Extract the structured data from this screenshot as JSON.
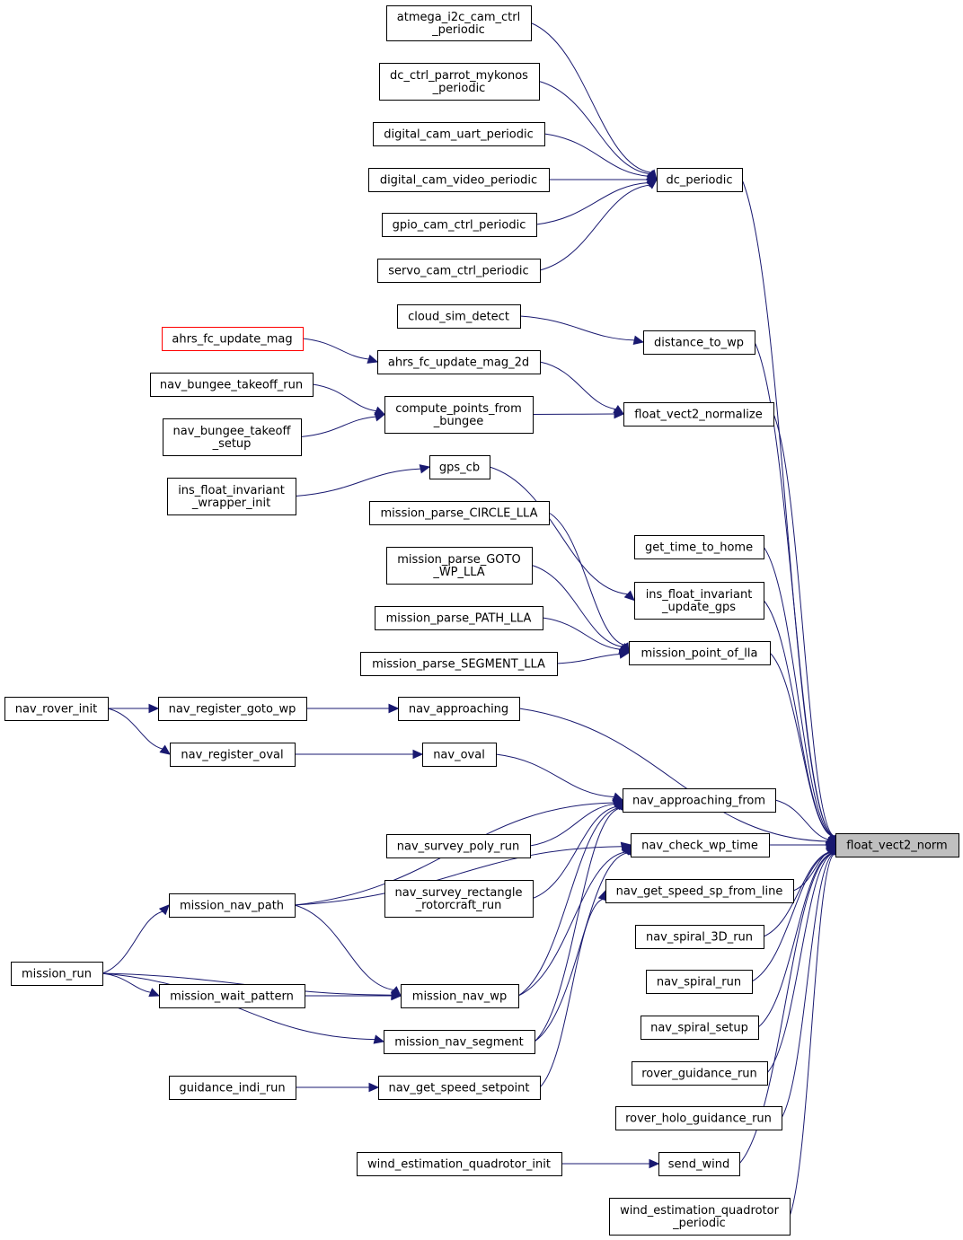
{
  "diagram": {
    "type": "call-graph",
    "colors": {
      "edge": "#191970",
      "target_fill": "#bfbfbf",
      "node_border": "#000000",
      "highlight_border": "#ff0000"
    },
    "nodes": {
      "atmega": {
        "lines": [
          "atmega_i2c_cam_ctrl",
          "_periodic"
        ]
      },
      "dc_ctrl": {
        "lines": [
          "dc_ctrl_parrot_mykonos",
          "_periodic"
        ]
      },
      "digital_uart": {
        "lines": [
          "digital_cam_uart_periodic"
        ]
      },
      "digital_video": {
        "lines": [
          "digital_cam_video_periodic"
        ]
      },
      "gpio_cam": {
        "lines": [
          "gpio_cam_ctrl_periodic"
        ]
      },
      "servo_cam": {
        "lines": [
          "servo_cam_ctrl_periodic"
        ]
      },
      "dc_periodic": {
        "lines": [
          "dc_periodic"
        ]
      },
      "cloud_sim": {
        "lines": [
          "cloud_sim_detect"
        ]
      },
      "distance_to_wp": {
        "lines": [
          "distance_to_wp"
        ]
      },
      "ahrs_fc_update_mag": {
        "lines": [
          "ahrs_fc_update_mag"
        ],
        "highlight": true
      },
      "ahrs_fc_update_mag_2d": {
        "lines": [
          "ahrs_fc_update_mag_2d"
        ]
      },
      "nav_bungee_run": {
        "lines": [
          "nav_bungee_takeoff_run"
        ]
      },
      "nav_bungee_setup": {
        "lines": [
          "nav_bungee_takeoff",
          "_setup"
        ]
      },
      "compute_points": {
        "lines": [
          "compute_points_from",
          "_bungee"
        ]
      },
      "float_vect2_normalize": {
        "lines": [
          "float_vect2_normalize"
        ]
      },
      "gps_cb": {
        "lines": [
          "gps_cb"
        ]
      },
      "ins_wrapper": {
        "lines": [
          "ins_float_invariant",
          "_wrapper_init"
        ]
      },
      "mp_circle": {
        "lines": [
          "mission_parse_CIRCLE_LLA"
        ]
      },
      "get_time_to_home": {
        "lines": [
          "get_time_to_home"
        ]
      },
      "mp_goto": {
        "lines": [
          "mission_parse_GOTO",
          "_WP_LLA"
        ]
      },
      "ins_update_gps": {
        "lines": [
          "ins_float_invariant",
          "_update_gps"
        ]
      },
      "mp_path": {
        "lines": [
          "mission_parse_PATH_LLA"
        ]
      },
      "mission_point_of_lla": {
        "lines": [
          "mission_point_of_lla"
        ]
      },
      "mp_segment": {
        "lines": [
          "mission_parse_SEGMENT_LLA"
        ]
      },
      "nav_rover_init": {
        "lines": [
          "nav_rover_init"
        ]
      },
      "nav_register_goto_wp": {
        "lines": [
          "nav_register_goto_wp"
        ]
      },
      "nav_approaching": {
        "lines": [
          "nav_approaching"
        ]
      },
      "nav_register_oval": {
        "lines": [
          "nav_register_oval"
        ]
      },
      "nav_oval": {
        "lines": [
          "nav_oval"
        ]
      },
      "nav_approaching_from": {
        "lines": [
          "nav_approaching_from"
        ]
      },
      "nav_survey_poly_run": {
        "lines": [
          "nav_survey_poly_run"
        ]
      },
      "float_vect2_norm": {
        "lines": [
          "float_vect2_norm"
        ],
        "target": true
      },
      "nav_check_wp_time": {
        "lines": [
          "nav_check_wp_time"
        ]
      },
      "nav_survey_rect": {
        "lines": [
          "nav_survey_rectangle",
          "_rotorcraft_run"
        ]
      },
      "nav_get_speed_sp_from_line": {
        "lines": [
          "nav_get_speed_sp_from_line"
        ]
      },
      "mission_nav_path": {
        "lines": [
          "mission_nav_path"
        ]
      },
      "nav_spiral_3d": {
        "lines": [
          "nav_spiral_3D_run"
        ]
      },
      "mission_run": {
        "lines": [
          "mission_run"
        ]
      },
      "nav_spiral_run": {
        "lines": [
          "nav_spiral_run"
        ]
      },
      "mission_wait_pattern": {
        "lines": [
          "mission_wait_pattern"
        ]
      },
      "mission_nav_wp": {
        "lines": [
          "mission_nav_wp"
        ]
      },
      "nav_spiral_setup": {
        "lines": [
          "nav_spiral_setup"
        ]
      },
      "mission_nav_segment": {
        "lines": [
          "mission_nav_segment"
        ]
      },
      "rover_guidance_run": {
        "lines": [
          "rover_guidance_run"
        ]
      },
      "guidance_indi_run": {
        "lines": [
          "guidance_indi_run"
        ]
      },
      "nav_get_speed_setpoint": {
        "lines": [
          "nav_get_speed_setpoint"
        ]
      },
      "rover_holo": {
        "lines": [
          "rover_holo_guidance_run"
        ]
      },
      "wind_init": {
        "lines": [
          "wind_estimation_quadrotor_init"
        ]
      },
      "send_wind": {
        "lines": [
          "send_wind"
        ]
      },
      "wind_periodic": {
        "lines": [
          "wind_estimation_quadrotor",
          "_periodic"
        ]
      }
    },
    "edges": [
      [
        "atmega",
        "dc_periodic"
      ],
      [
        "dc_ctrl",
        "dc_periodic"
      ],
      [
        "digital_uart",
        "dc_periodic"
      ],
      [
        "digital_video",
        "dc_periodic"
      ],
      [
        "gpio_cam",
        "dc_periodic"
      ],
      [
        "servo_cam",
        "dc_periodic"
      ],
      [
        "dc_periodic",
        "float_vect2_norm"
      ],
      [
        "cloud_sim",
        "distance_to_wp"
      ],
      [
        "distance_to_wp",
        "float_vect2_norm"
      ],
      [
        "ahrs_fc_update_mag",
        "ahrs_fc_update_mag_2d"
      ],
      [
        "ahrs_fc_update_mag_2d",
        "float_vect2_normalize"
      ],
      [
        "nav_bungee_run",
        "compute_points"
      ],
      [
        "nav_bungee_setup",
        "compute_points"
      ],
      [
        "compute_points",
        "float_vect2_normalize"
      ],
      [
        "float_vect2_normalize",
        "float_vect2_norm"
      ],
      [
        "ins_wrapper",
        "gps_cb"
      ],
      [
        "gps_cb",
        "ins_update_gps"
      ],
      [
        "get_time_to_home",
        "float_vect2_norm"
      ],
      [
        "ins_update_gps",
        "float_vect2_norm"
      ],
      [
        "mp_circle",
        "mission_point_of_lla"
      ],
      [
        "mp_goto",
        "mission_point_of_lla"
      ],
      [
        "mp_path",
        "mission_point_of_lla"
      ],
      [
        "mp_segment",
        "mission_point_of_lla"
      ],
      [
        "mission_point_of_lla",
        "float_vect2_norm"
      ],
      [
        "nav_rover_init",
        "nav_approaching"
      ],
      [
        "nav_rover_init",
        "nav_register_goto_wp"
      ],
      [
        "nav_rover_init",
        "nav_register_oval"
      ],
      [
        "nav_register_goto_wp",
        "nav_approaching"
      ],
      [
        "nav_register_oval",
        "nav_oval"
      ],
      [
        "nav_approaching",
        "float_vect2_norm"
      ],
      [
        "nav_oval",
        "nav_approaching_from"
      ],
      [
        "nav_approaching_from",
        "float_vect2_norm"
      ],
      [
        "mission_nav_path",
        "nav_approaching_from"
      ],
      [
        "nav_survey_poly_run",
        "nav_approaching_from"
      ],
      [
        "nav_survey_rect",
        "nav_approaching_from"
      ],
      [
        "mission_nav_wp",
        "nav_approaching_from"
      ],
      [
        "mission_nav_segment",
        "nav_approaching_from"
      ],
      [
        "nav_check_wp_time",
        "float_vect2_norm"
      ],
      [
        "mission_nav_path",
        "nav_check_wp_time"
      ],
      [
        "mission_nav_wp",
        "nav_check_wp_time"
      ],
      [
        "mission_nav_segment",
        "nav_check_wp_time"
      ],
      [
        "nav_get_speed_sp_from_line",
        "float_vect2_norm"
      ],
      [
        "nav_get_speed_setpoint",
        "nav_get_speed_sp_from_line"
      ],
      [
        "mission_run",
        "mission_nav_path"
      ],
      [
        "mission_run",
        "mission_nav_wp"
      ],
      [
        "mission_run",
        "mission_wait_pattern"
      ],
      [
        "mission_run",
        "mission_nav_segment"
      ],
      [
        "mission_nav_path",
        "mission_nav_wp"
      ],
      [
        "mission_wait_pattern",
        "mission_nav_wp"
      ],
      [
        "guidance_indi_run",
        "nav_get_speed_setpoint"
      ],
      [
        "nav_spiral_3d",
        "float_vect2_norm"
      ],
      [
        "nav_spiral_run",
        "float_vect2_norm"
      ],
      [
        "nav_spiral_setup",
        "float_vect2_norm"
      ],
      [
        "rover_guidance_run",
        "float_vect2_norm"
      ],
      [
        "rover_holo",
        "float_vect2_norm"
      ],
      [
        "wind_init",
        "send_wind"
      ],
      [
        "send_wind",
        "float_vect2_norm"
      ],
      [
        "wind_periodic",
        "float_vect2_norm"
      ]
    ]
  }
}
